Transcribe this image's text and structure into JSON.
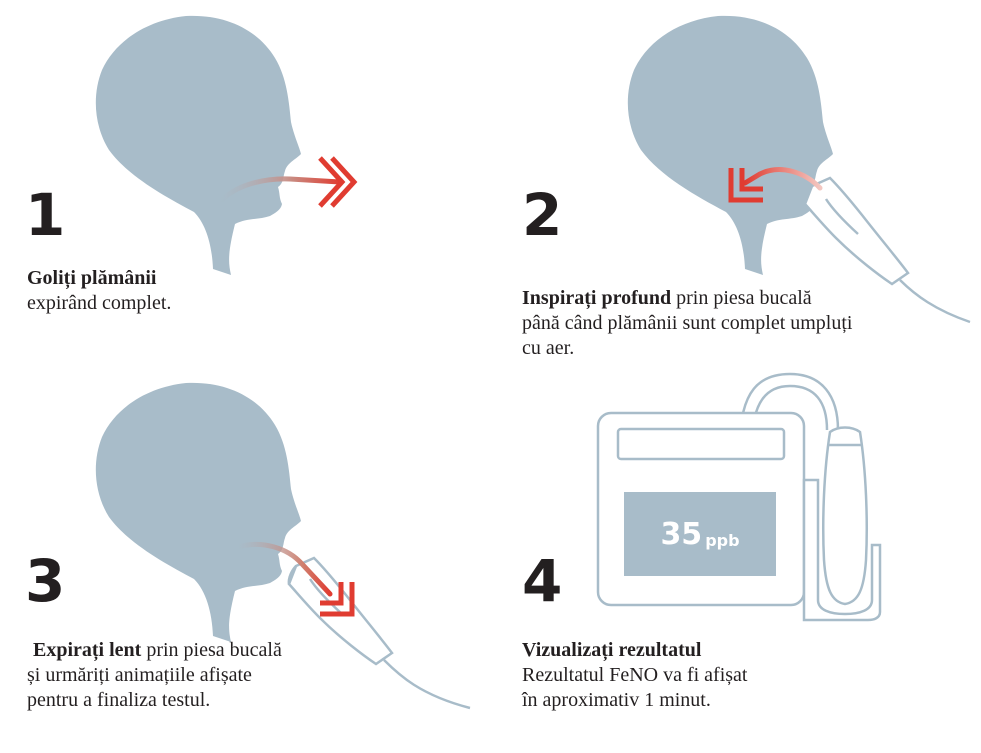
{
  "steps": [
    {
      "number": "1",
      "title": "Goliți plămânii",
      "desc_line1": "expirând complet."
    },
    {
      "number": "2",
      "title": "Inspirați profund",
      "desc_line1": " prin piesa bucală",
      "desc_line2": "până când plămânii sunt complet umpluți",
      "desc_line3": "cu aer."
    },
    {
      "number": "3",
      "title": "Expirați lent",
      "desc_line1": " prin piesa bucală",
      "desc_line2": "și urmăriți animațiile afișate",
      "desc_line3": "pentru a finaliza testul."
    },
    {
      "number": "4",
      "title": "Vizualizați rezultatul",
      "desc_line1": "Rezultatul FeNO va fi afișat",
      "desc_line2": "în aproximativ 1 minut."
    }
  ],
  "device": {
    "reading_value": "35",
    "reading_unit": "ppb"
  },
  "colors": {
    "head": "#a8bcc9",
    "arrow": "#e03c31",
    "outline": "#a8bcc9",
    "text": "#231f20"
  }
}
